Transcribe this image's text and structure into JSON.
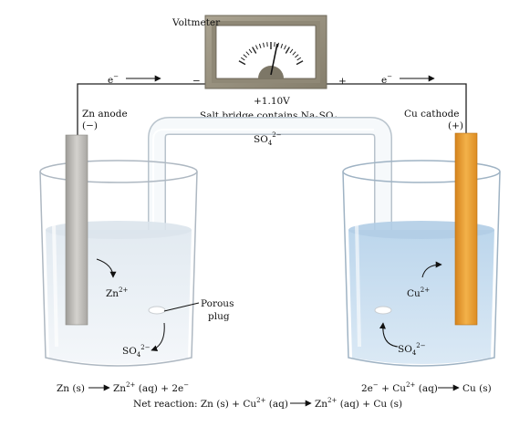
{
  "voltmeter": {
    "title": "Voltmeter",
    "reading": "+1.10V",
    "minus_sign": "−",
    "plus_sign": "+"
  },
  "electron_flow": {
    "left_label": "e",
    "right_label": "e",
    "charge": "−"
  },
  "salt_bridge": {
    "caption_main": "Salt bridge contains Na",
    "caption_sub1": "2",
    "caption_mid": "SO",
    "caption_sub2": "4",
    "ion": "SO",
    "ion_sub": "4",
    "ion_sup": "2−"
  },
  "anode": {
    "name": "Zn anode",
    "sign": "(−)",
    "ion": "Zn",
    "ion_sup": "2+",
    "sulfate": "SO",
    "sulfate_sub": "4",
    "sulfate_sup": "2−"
  },
  "cathode": {
    "name": "Cu cathode",
    "sign": "(+)",
    "ion": "Cu",
    "ion_sup": "2+",
    "sulfate": "SO",
    "sulfate_sub": "4",
    "sulfate_sup": "2−"
  },
  "porous_plug": {
    "line1": "Porous",
    "line2": "plug"
  },
  "reactions": {
    "anode_left": "Zn (s)",
    "anode_right_a": "Zn",
    "anode_right_sup": "2+",
    "anode_right_b": " (aq) + 2e",
    "anode_right_sup2": "−",
    "cathode_left_a": "2e",
    "cathode_left_sup": "−",
    "cathode_left_b": " + Cu",
    "cathode_left_sup2": "2+",
    "cathode_left_c": " (aq)",
    "cathode_right": "Cu (s)",
    "net_a": "Net reaction: Zn (s) + Cu",
    "net_sup": "2+",
    "net_b": " (aq)",
    "net_c": "Zn",
    "net_sup2": "2+",
    "net_d": " (aq) + Cu (s)"
  },
  "colors": {
    "zinc": "#b8b6b2",
    "copper": "#e9a233",
    "zn_solution": "#eaf0f5",
    "cu_solution": "#c6dcee",
    "meter_case": "#9c9583"
  }
}
